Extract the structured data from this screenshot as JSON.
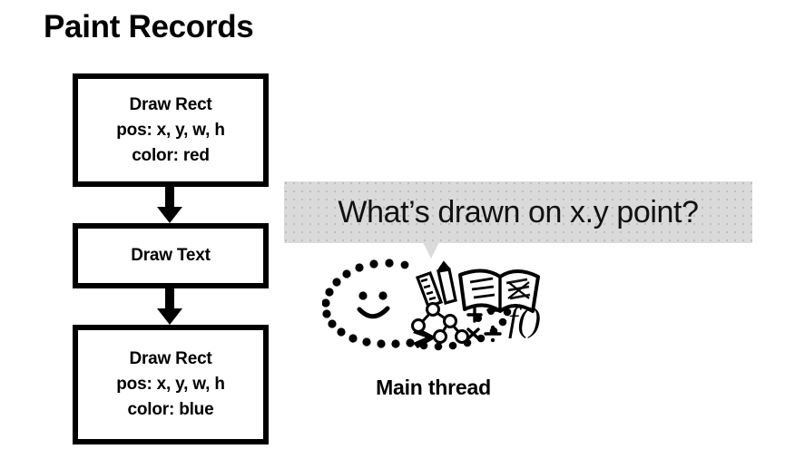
{
  "slide": {
    "title": "Paint Records",
    "background_color": "#ffffff",
    "text_color": "#000000"
  },
  "records": [
    {
      "id": "draw-rect-red",
      "lines": [
        "Draw Rect",
        "pos: x, y, w, h",
        "color: red"
      ]
    },
    {
      "id": "draw-text",
      "lines": [
        "Draw Text"
      ]
    },
    {
      "id": "draw-rect-blue",
      "lines": [
        "Draw Rect",
        "pos: x, y, w, h",
        "color: blue"
      ]
    }
  ],
  "flow": {
    "arrow_1_name": "arrow-down-icon",
    "arrow_2_name": "arrow-down-icon"
  },
  "speech_bubble": {
    "text": "What’s drawn on x.y point?",
    "background_color": "#dadada",
    "text_color": "#111111"
  },
  "illustration": {
    "label": "Main thread",
    "elements": [
      "dotted-oval-loop",
      "smiley-face",
      "ruler",
      "pencil",
      "open-book",
      "binary-tree",
      "math-operators",
      "function-notation"
    ],
    "math_operators": [
      "+",
      "−",
      "×",
      "÷"
    ],
    "function_notation": "f()"
  }
}
